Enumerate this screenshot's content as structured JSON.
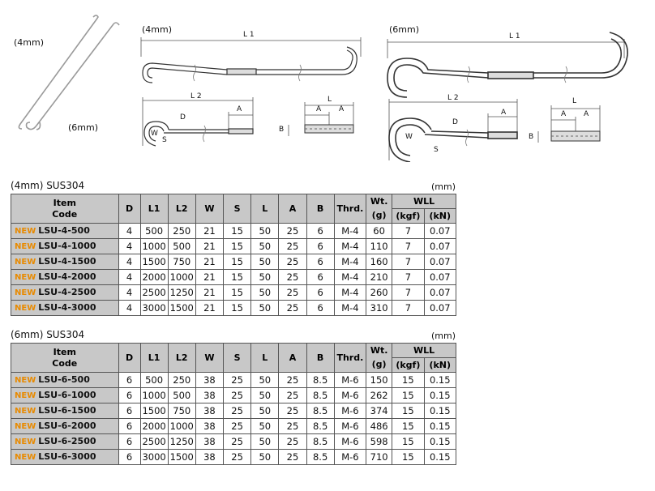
{
  "photo": {
    "label_4mm": "(4mm)",
    "label_6mm": "(6mm)"
  },
  "diagram4": {
    "title": "(4mm)",
    "dims": {
      "L1": "L 1",
      "L2": "L 2",
      "A": "A",
      "D": "D",
      "W": "W",
      "S": "S",
      "L": "L",
      "B": "B"
    }
  },
  "diagram6": {
    "title": "(6mm)",
    "dims": {
      "L1": "L 1",
      "L2": "L 2",
      "A": "A",
      "D": "D",
      "W": "W",
      "S": "S",
      "L": "L",
      "B": "B"
    }
  },
  "columns": {
    "item": "Item",
    "code": "Code",
    "D": "D",
    "L1": "L1",
    "L2": "L2",
    "W": "W",
    "S": "S",
    "L": "L",
    "A": "A",
    "B": "B",
    "Thrd": "Thrd.",
    "Wt": "Wt.",
    "Wt_unit": "(g)",
    "WLL": "WLL",
    "kgf": "(kgf)",
    "kN": "(kN)"
  },
  "table4": {
    "heading": "(4mm) SUS304",
    "unit": "(mm)",
    "rows": [
      {
        "new": "NEW",
        "code": "LSU-4-500",
        "D": "4",
        "L1": "500",
        "L2": "250",
        "W": "21",
        "S": "15",
        "L": "50",
        "A": "25",
        "B": "6",
        "thrd": "M-4",
        "wt": "60",
        "kgf": "7",
        "kn": "0.07"
      },
      {
        "new": "NEW",
        "code": "LSU-4-1000",
        "D": "4",
        "L1": "1000",
        "L2": "500",
        "W": "21",
        "S": "15",
        "L": "50",
        "A": "25",
        "B": "6",
        "thrd": "M-4",
        "wt": "110",
        "kgf": "7",
        "kn": "0.07"
      },
      {
        "new": "NEW",
        "code": "LSU-4-1500",
        "D": "4",
        "L1": "1500",
        "L2": "750",
        "W": "21",
        "S": "15",
        "L": "50",
        "A": "25",
        "B": "6",
        "thrd": "M-4",
        "wt": "160",
        "kgf": "7",
        "kn": "0.07"
      },
      {
        "new": "NEW",
        "code": "LSU-4-2000",
        "D": "4",
        "L1": "2000",
        "L2": "1000",
        "W": "21",
        "S": "15",
        "L": "50",
        "A": "25",
        "B": "6",
        "thrd": "M-4",
        "wt": "210",
        "kgf": "7",
        "kn": "0.07"
      },
      {
        "new": "NEW",
        "code": "LSU-4-2500",
        "D": "4",
        "L1": "2500",
        "L2": "1250",
        "W": "21",
        "S": "15",
        "L": "50",
        "A": "25",
        "B": "6",
        "thrd": "M-4",
        "wt": "260",
        "kgf": "7",
        "kn": "0.07"
      },
      {
        "new": "NEW",
        "code": "LSU-4-3000",
        "D": "4",
        "L1": "3000",
        "L2": "1500",
        "W": "21",
        "S": "15",
        "L": "50",
        "A": "25",
        "B": "6",
        "thrd": "M-4",
        "wt": "310",
        "kgf": "7",
        "kn": "0.07"
      }
    ]
  },
  "table6": {
    "heading": "(6mm) SUS304",
    "unit": "(mm)",
    "rows": [
      {
        "new": "NEW",
        "code": "LSU-6-500",
        "D": "6",
        "L1": "500",
        "L2": "250",
        "W": "38",
        "S": "25",
        "L": "50",
        "A": "25",
        "B": "8.5",
        "thrd": "M-6",
        "wt": "150",
        "kgf": "15",
        "kn": "0.15"
      },
      {
        "new": "NEW",
        "code": "LSU-6-1000",
        "D": "6",
        "L1": "1000",
        "L2": "500",
        "W": "38",
        "S": "25",
        "L": "50",
        "A": "25",
        "B": "8.5",
        "thrd": "M-6",
        "wt": "262",
        "kgf": "15",
        "kn": "0.15"
      },
      {
        "new": "NEW",
        "code": "LSU-6-1500",
        "D": "6",
        "L1": "1500",
        "L2": "750",
        "W": "38",
        "S": "25",
        "L": "50",
        "A": "25",
        "B": "8.5",
        "thrd": "M-6",
        "wt": "374",
        "kgf": "15",
        "kn": "0.15"
      },
      {
        "new": "NEW",
        "code": "LSU-6-2000",
        "D": "6",
        "L1": "2000",
        "L2": "1000",
        "W": "38",
        "S": "25",
        "L": "50",
        "A": "25",
        "B": "8.5",
        "thrd": "M-6",
        "wt": "486",
        "kgf": "15",
        "kn": "0.15"
      },
      {
        "new": "NEW",
        "code": "LSU-6-2500",
        "D": "6",
        "L1": "2500",
        "L2": "1250",
        "W": "38",
        "S": "25",
        "L": "50",
        "A": "25",
        "B": "8.5",
        "thrd": "M-6",
        "wt": "598",
        "kgf": "15",
        "kn": "0.15"
      },
      {
        "new": "NEW",
        "code": "LSU-6-3000",
        "D": "6",
        "L1": "3000",
        "L2": "1500",
        "W": "38",
        "S": "25",
        "L": "50",
        "A": "25",
        "B": "8.5",
        "thrd": "M-6",
        "wt": "710",
        "kgf": "15",
        "kn": "0.15"
      }
    ]
  }
}
